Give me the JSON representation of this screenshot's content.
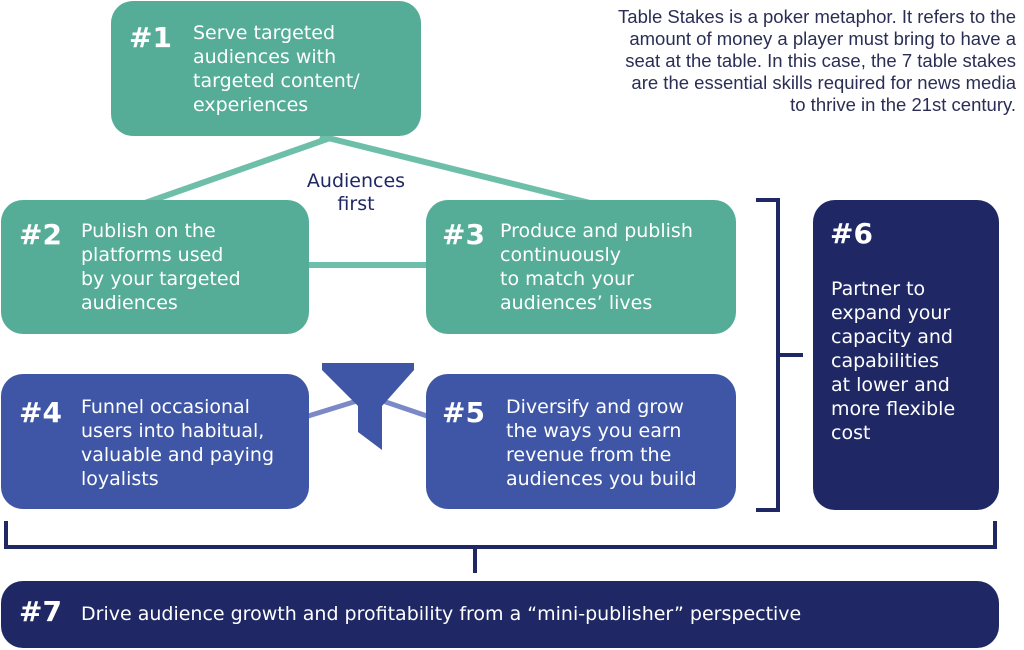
{
  "intro_text": "Table Stakes is a poker metaphor. It refers to the\namount of money a player must bring to have a\nseat at the table. In this case, the 7 table stakes\nare the essential skills required for news media\nto thrive in the 21st century.",
  "connector_label": "Audiences\nfirst",
  "stakes": [
    {
      "number": "#1",
      "text": "Serve targeted\naudiences with\ntargeted content/\nexperiences"
    },
    {
      "number": "#2",
      "text": "Publish on the\nplatforms used\nby your targeted\naudiences"
    },
    {
      "number": "#3",
      "text": "Produce and publish\ncontinuously\nto match your\naudiences’ lives"
    },
    {
      "number": "#4",
      "text": "Funnel occasional\nusers into habitual,\nvaluable and paying\nloyalists"
    },
    {
      "number": "#5",
      "text": "Diversify and grow\nthe ways you earn\nrevenue from the\naudiences you build"
    },
    {
      "number": "#6",
      "text": "Partner to\nexpand your\ncapacity and\ncapabilities\nat lower and\nmore flexible\ncost"
    },
    {
      "number": "#7",
      "text": "Drive audience growth and profitability from a “mini-publisher” perspective"
    }
  ],
  "colors": {
    "teal": "#55ac97",
    "blue": "#3e56a5",
    "navy": "#1f2864",
    "text_dark": "#2a2e55"
  },
  "icons": {
    "funnel": "funnel-icon"
  }
}
